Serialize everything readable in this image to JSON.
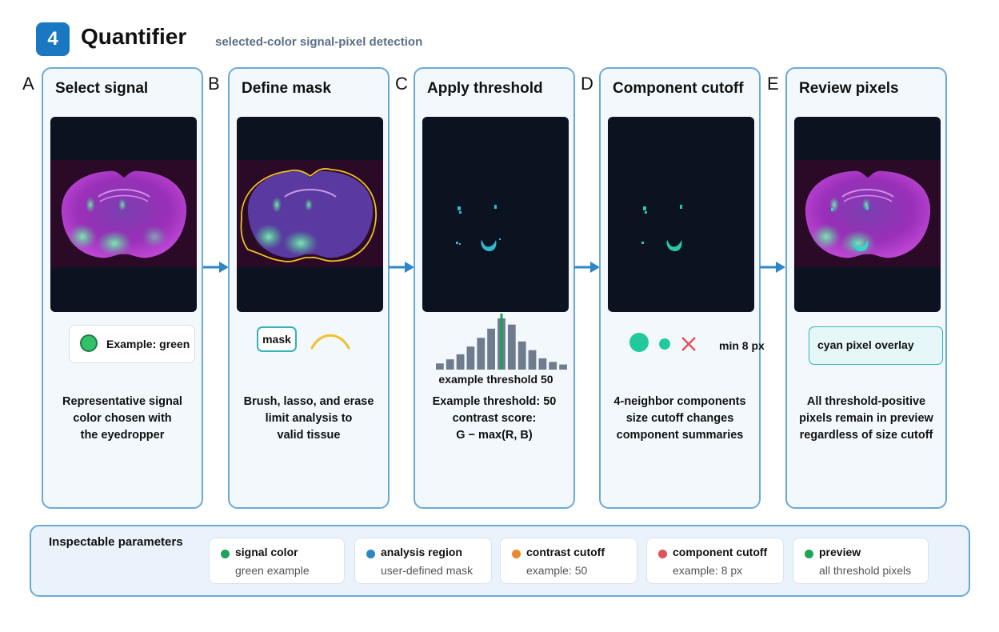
{
  "header": {
    "step_number": "4",
    "title": "Quantifier",
    "subtitle": "selected-color signal-pixel detection"
  },
  "colors": {
    "accent_blue": "#1a78c2",
    "panel_border": "#6aa9d6",
    "signal_green": "#34c06a",
    "cyan": "#33b3b8",
    "threshold_line": "#17a34a",
    "reject_red": "#e0525c"
  },
  "panels": [
    {
      "letter": "A",
      "title": "Select signal",
      "chip_label": "Example: green",
      "desc": [
        "Representative signal",
        "color chosen with",
        "the eyedropper"
      ]
    },
    {
      "letter": "B",
      "title": "Define mask",
      "chip_label": "mask",
      "desc": [
        "Brush, lasso, and erase",
        "limit analysis to",
        "valid tissue"
      ]
    },
    {
      "letter": "C",
      "title": "Apply threshold",
      "hist_label": "example threshold 50",
      "histogram": {
        "bar_heights": [
          0.12,
          0.2,
          0.3,
          0.45,
          0.62,
          0.8,
          1.0,
          0.88,
          0.55,
          0.38,
          0.22,
          0.15,
          0.1
        ],
        "threshold_index": 6.5
      },
      "desc": [
        "Example threshold: 50",
        "contrast score:",
        "G − max(R, B)"
      ]
    },
    {
      "letter": "D",
      "title": "Component cutoff",
      "min_label": "min 8 px",
      "icons": [
        "large-component-dot-icon",
        "small-component-dot-icon",
        "reject-x-icon"
      ],
      "desc": [
        "4-neighbor components",
        "size cutoff changes",
        "component summaries"
      ]
    },
    {
      "letter": "E",
      "title": "Review pixels",
      "chip_label": "cyan pixel overlay",
      "desc": [
        "All threshold-positive",
        "pixels remain in preview",
        "regardless of size cutoff"
      ]
    }
  ],
  "parameters": {
    "title": "Inspectable parameters",
    "items": [
      {
        "name": "signal color",
        "value": "green example",
        "color": "#1fa35a"
      },
      {
        "name": "analysis region",
        "value": "user-defined mask",
        "color": "#2e86c8"
      },
      {
        "name": "contrast cutoff",
        "value": "example: 50",
        "color": "#e98a2c"
      },
      {
        "name": "component cutoff",
        "value": "example: 8 px",
        "color": "#e0525c"
      },
      {
        "name": "preview",
        "value": "all threshold pixels",
        "color": "#1fa35a"
      }
    ]
  }
}
